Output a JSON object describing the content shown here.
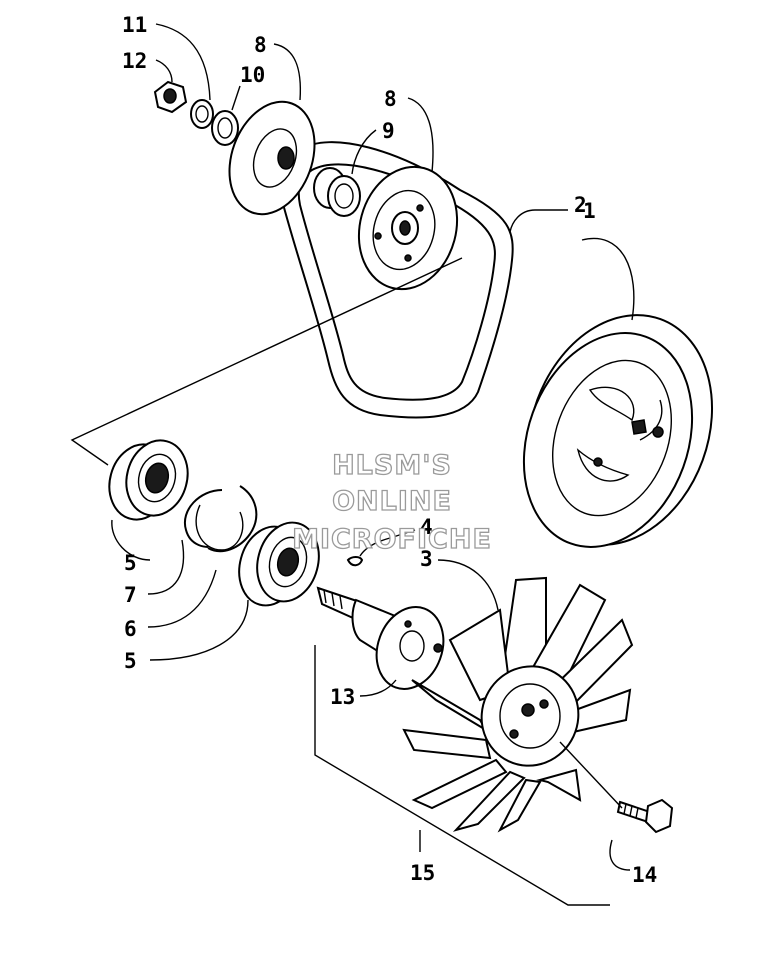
{
  "callouts": {
    "c1": "1",
    "c2": "2",
    "c3": "3",
    "c4": "4",
    "c5a": "5",
    "c5b": "5",
    "c6": "6",
    "c7": "7",
    "c8a": "8",
    "c8b": "8",
    "c9": "9",
    "c10": "10",
    "c11": "11",
    "c12": "12",
    "c13": "13",
    "c14": "14",
    "c15": "15"
  },
  "watermark": {
    "line1": "HLSM'S",
    "line2": "ONLINE",
    "line3": "MICROFICHE"
  }
}
